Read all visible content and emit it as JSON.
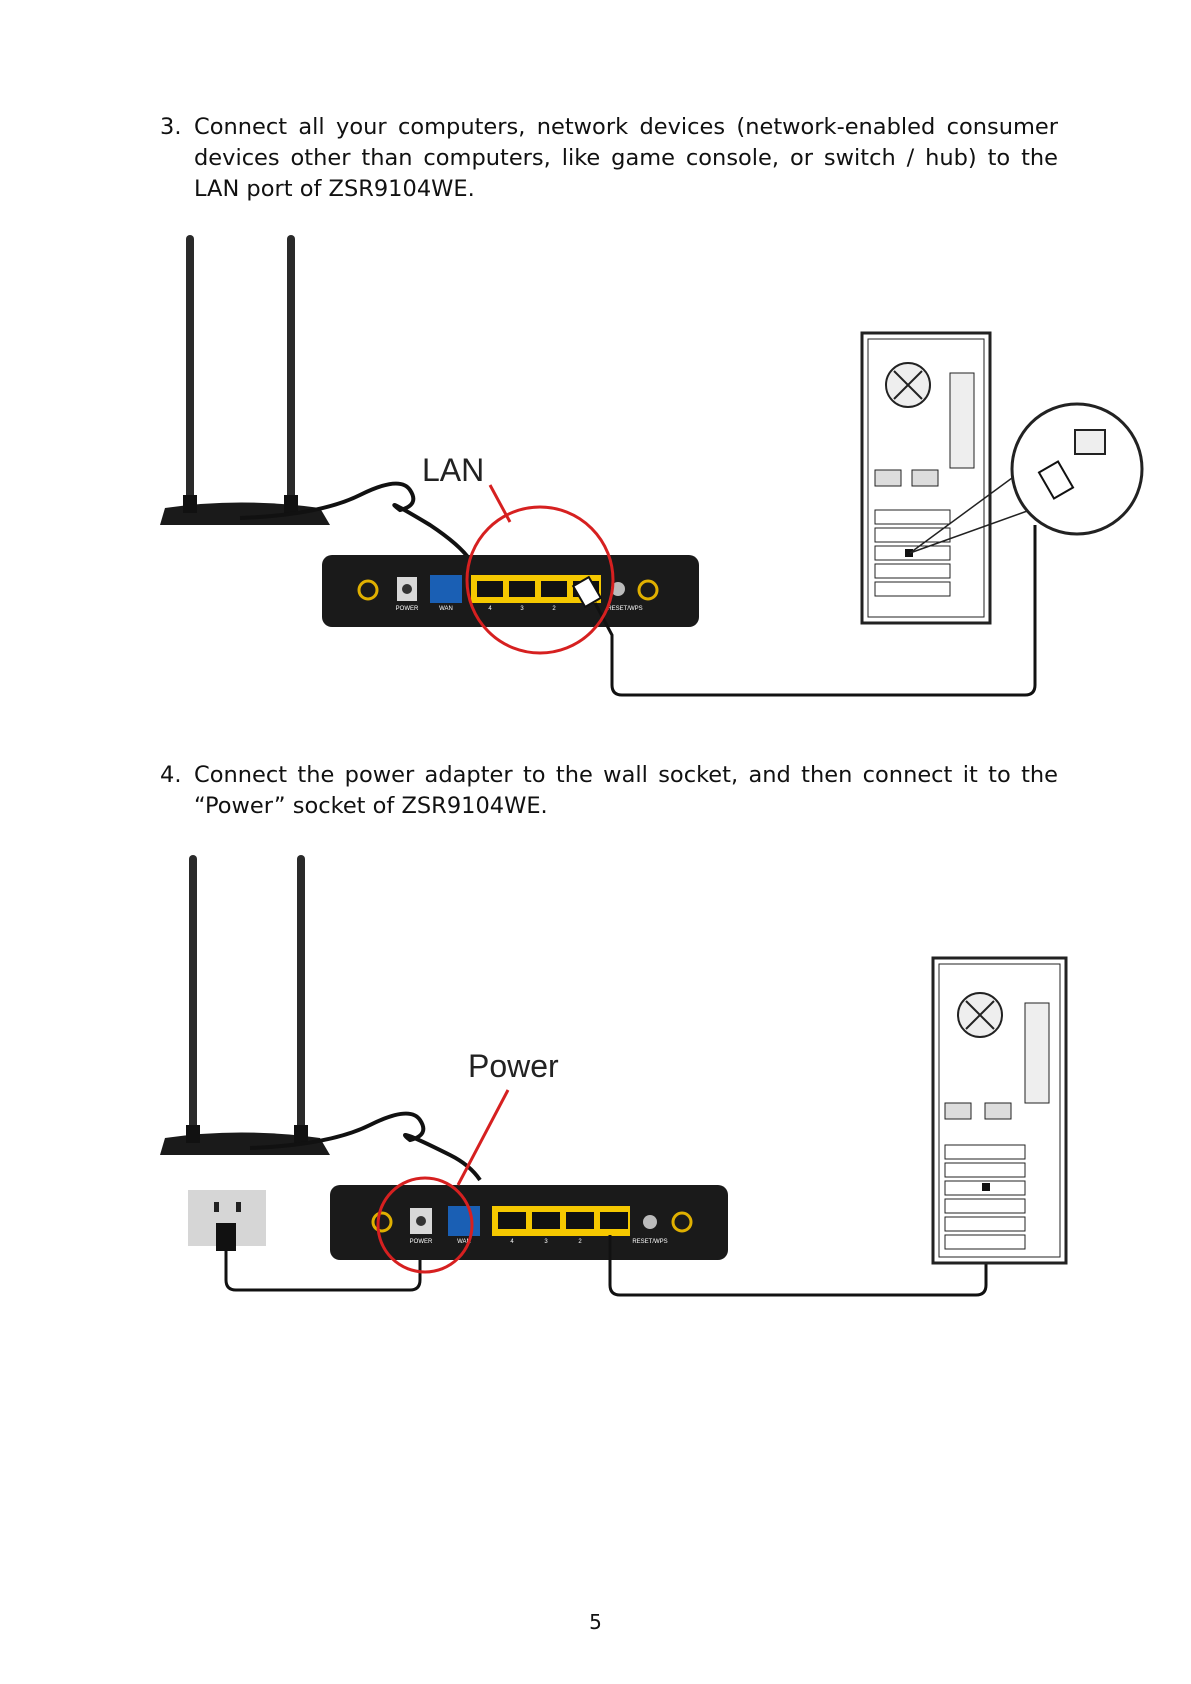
{
  "steps": [
    {
      "number": "3.",
      "text": "Connect all your computers, network devices (network-enabled consumer devices other than computers, like game console, or switch / hub) to the LAN port of ZSR9104WE."
    },
    {
      "number": "4.",
      "text": "Connect the power adapter to the wall socket, and then connect it to the “Power” socket of ZSR9104WE."
    }
  ],
  "figures": {
    "lan": {
      "callout": "LAN",
      "port_labels": {
        "power": "POWER",
        "wan": "WAN",
        "p4": "4",
        "p3": "3",
        "p2": "2",
        "reset": "RESET/WPS"
      }
    },
    "power": {
      "callout": "Power",
      "port_labels": {
        "power": "POWER",
        "wan": "WAN",
        "p4": "4",
        "p3": "3",
        "p2": "2",
        "reset": "RESET/WPS"
      }
    }
  },
  "colors": {
    "router_body": "#1a1a1a",
    "lan_ports": "#f5c800",
    "wan_port": "#1a5fb4",
    "callout": "#d62020"
  },
  "page_number": "5"
}
